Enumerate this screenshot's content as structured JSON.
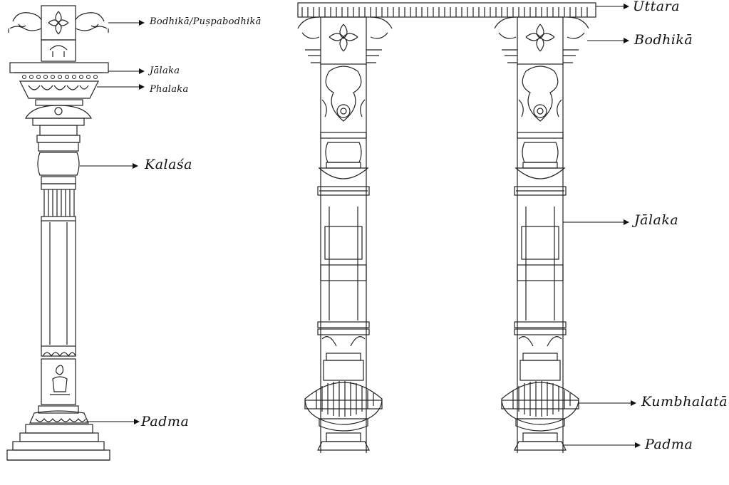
{
  "labels": {
    "left_column": {
      "bodhika_puspabodhika": "Bodhikā/Puṣpabodhikā",
      "jalaka": "Jālaka",
      "phalaka": "Phalaka",
      "kalasa": "Kalaśa",
      "padma": "Padma"
    },
    "right_pair": {
      "uttara": "Uttara",
      "bodhika": "Bodhikā",
      "jalaka": "Jālaka",
      "kumbhalata": "Kumbhalatā",
      "padma": "Padma"
    }
  }
}
